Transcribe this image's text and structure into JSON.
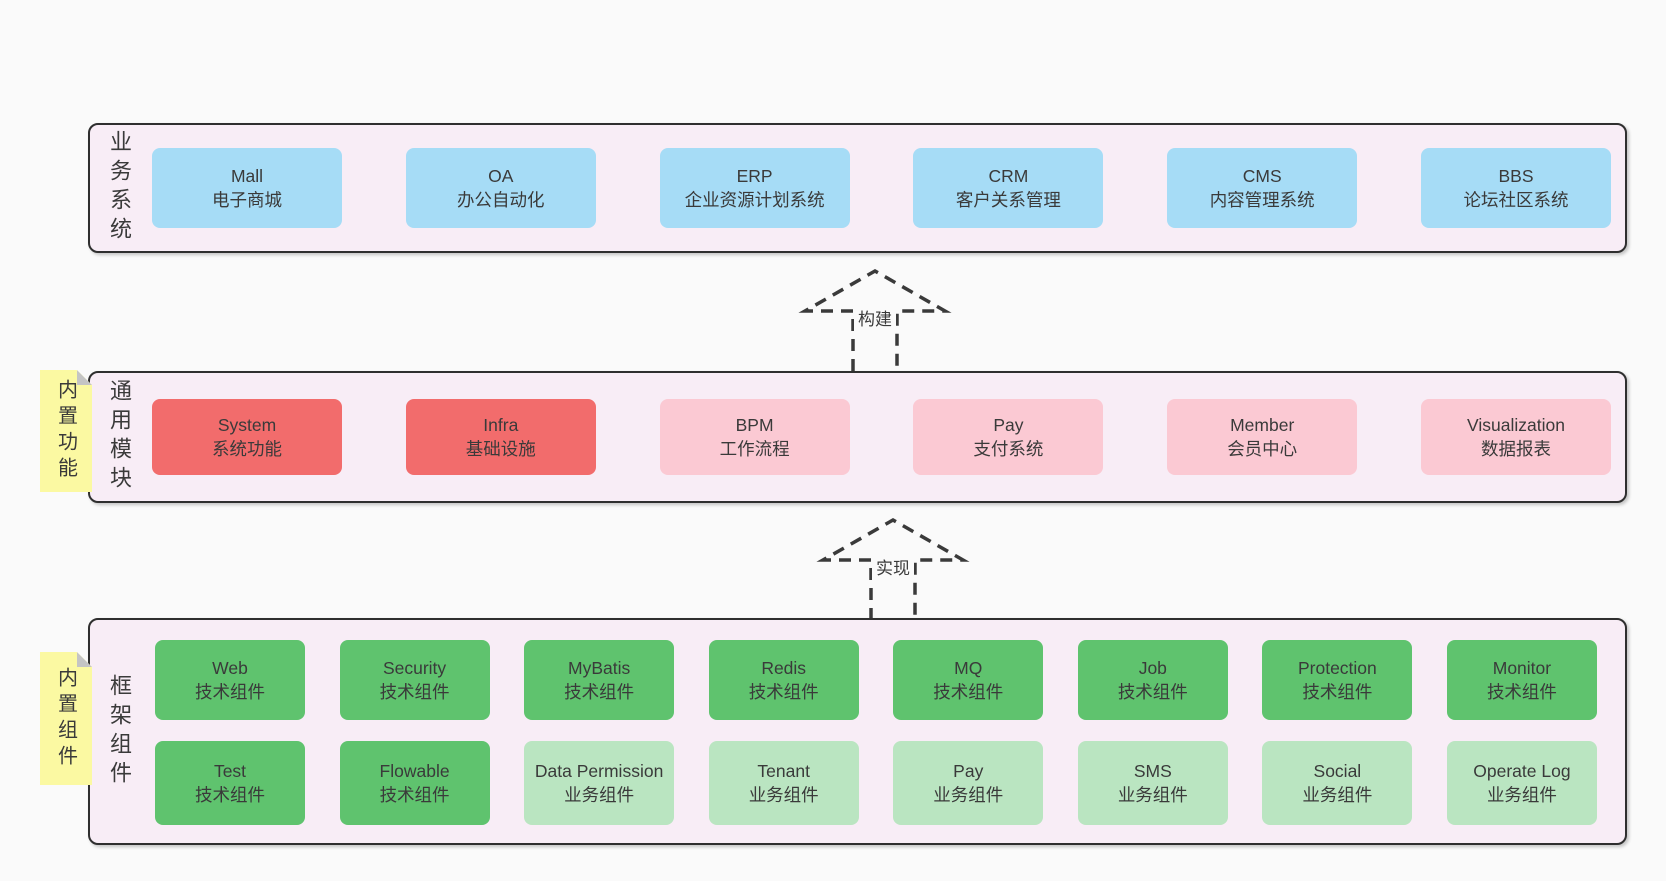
{
  "colors": {
    "page-bg": "#fafafa",
    "panel-bg": "#f8edf6",
    "panel-border": "#2f2f2f",
    "box-blue": "#a6dcf6",
    "box-red": "#f26c6c",
    "box-pink": "#fbc9d3",
    "box-green": "#5fc36e",
    "box-lightgreen": "#bae5c1",
    "sticky-yellow": "#fbf9a2",
    "sticky-fold": "#c4c4c4",
    "text": "#3a3a3a"
  },
  "layers": {
    "business": {
      "label": "业务系统",
      "boxes": [
        {
          "title": "Mall",
          "subtitle": "电子商城",
          "variant": "blue"
        },
        {
          "title": "OA",
          "subtitle": "办公自动化",
          "variant": "blue"
        },
        {
          "title": "ERP",
          "subtitle": "企业资源计划系统",
          "variant": "blue"
        },
        {
          "title": "CRM",
          "subtitle": "客户关系管理",
          "variant": "blue"
        },
        {
          "title": "CMS",
          "subtitle": "内容管理系统",
          "variant": "blue"
        },
        {
          "title": "BBS",
          "subtitle": "论坛社区系统",
          "variant": "blue"
        }
      ]
    },
    "modules": {
      "label": "通用模块",
      "sticky": "内置功能",
      "boxes": [
        {
          "title": "System",
          "subtitle": "系统功能",
          "variant": "red"
        },
        {
          "title": "Infra",
          "subtitle": "基础设施",
          "variant": "red"
        },
        {
          "title": "BPM",
          "subtitle": "工作流程",
          "variant": "pink"
        },
        {
          "title": "Pay",
          "subtitle": "支付系统",
          "variant": "pink"
        },
        {
          "title": "Member",
          "subtitle": "会员中心",
          "variant": "pink"
        },
        {
          "title": "Visualization",
          "subtitle": "数据报表",
          "variant": "pink"
        }
      ]
    },
    "components": {
      "label": "框架组件",
      "sticky": "内置组件",
      "row1": [
        {
          "title": "Web",
          "subtitle": "技术组件",
          "variant": "green"
        },
        {
          "title": "Security",
          "subtitle": "技术组件",
          "variant": "green"
        },
        {
          "title": "MyBatis",
          "subtitle": "技术组件",
          "variant": "green"
        },
        {
          "title": "Redis",
          "subtitle": "技术组件",
          "variant": "green"
        },
        {
          "title": "MQ",
          "subtitle": "技术组件",
          "variant": "green"
        },
        {
          "title": "Job",
          "subtitle": "技术组件",
          "variant": "green"
        },
        {
          "title": "Protection",
          "subtitle": "技术组件",
          "variant": "green"
        },
        {
          "title": "Monitor",
          "subtitle": "技术组件",
          "variant": "green"
        }
      ],
      "row2": [
        {
          "title": "Test",
          "subtitle": "技术组件",
          "variant": "green"
        },
        {
          "title": "Flowable",
          "subtitle": "技术组件",
          "variant": "green"
        },
        {
          "title": "Data Permission",
          "subtitle": "业务组件",
          "variant": "lightgreen"
        },
        {
          "title": "Tenant",
          "subtitle": "业务组件",
          "variant": "lightgreen"
        },
        {
          "title": "Pay",
          "subtitle": "业务组件",
          "variant": "lightgreen"
        },
        {
          "title": "SMS",
          "subtitle": "业务组件",
          "variant": "lightgreen"
        },
        {
          "title": "Social",
          "subtitle": "业务组件",
          "variant": "lightgreen"
        },
        {
          "title": "Operate Log",
          "subtitle": "业务组件",
          "variant": "lightgreen"
        }
      ]
    }
  },
  "arrows": {
    "build": {
      "label": "构建"
    },
    "implement": {
      "label": "实现"
    }
  }
}
